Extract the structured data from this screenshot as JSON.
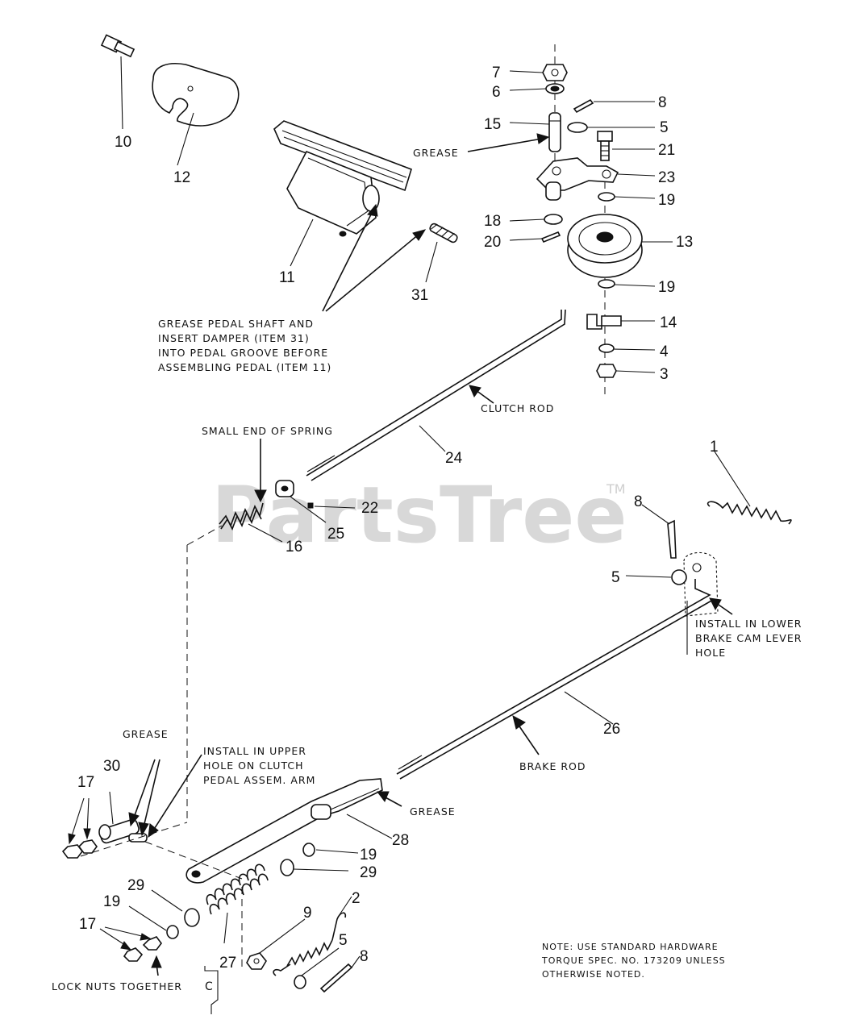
{
  "watermark": {
    "text": "PartsTree",
    "tm": "TM"
  },
  "labels": [
    {
      "id": "p7",
      "text": "7"
    },
    {
      "id": "p6",
      "text": "6"
    },
    {
      "id": "p8a",
      "text": "8"
    },
    {
      "id": "p15",
      "text": "15"
    },
    {
      "id": "p5a",
      "text": "5"
    },
    {
      "id": "p21",
      "text": "21"
    },
    {
      "id": "p23",
      "text": "23"
    },
    {
      "id": "p19a",
      "text": "19"
    },
    {
      "id": "p18",
      "text": "18"
    },
    {
      "id": "p20",
      "text": "20"
    },
    {
      "id": "p13",
      "text": "13"
    },
    {
      "id": "p19b",
      "text": "19"
    },
    {
      "id": "p14",
      "text": "14"
    },
    {
      "id": "p4",
      "text": "4"
    },
    {
      "id": "p3",
      "text": "3"
    },
    {
      "id": "p10",
      "text": "10"
    },
    {
      "id": "p12",
      "text": "12"
    },
    {
      "id": "p11",
      "text": "11"
    },
    {
      "id": "p31",
      "text": "31"
    },
    {
      "id": "p24",
      "text": "24"
    },
    {
      "id": "p22",
      "text": "22"
    },
    {
      "id": "p25",
      "text": "25"
    },
    {
      "id": "p16",
      "text": "16"
    },
    {
      "id": "p1",
      "text": "1"
    },
    {
      "id": "p8b",
      "text": "8"
    },
    {
      "id": "p5b",
      "text": "5"
    },
    {
      "id": "p26",
      "text": "26"
    },
    {
      "id": "p30",
      "text": "30"
    },
    {
      "id": "p17a",
      "text": "17"
    },
    {
      "id": "p28",
      "text": "28"
    },
    {
      "id": "p19c",
      "text": "19"
    },
    {
      "id": "p29a",
      "text": "29"
    },
    {
      "id": "p29b",
      "text": "29"
    },
    {
      "id": "p19d",
      "text": "19"
    },
    {
      "id": "p17b",
      "text": "17"
    },
    {
      "id": "p9",
      "text": "9"
    },
    {
      "id": "p2",
      "text": "2"
    },
    {
      "id": "p5c",
      "text": "5"
    },
    {
      "id": "p8c",
      "text": "8"
    },
    {
      "id": "p27",
      "text": "27"
    }
  ],
  "notes": {
    "grease_top": "GREASE",
    "pedal_note": [
      "GREASE PEDAL SHAFT AND",
      "INSERT DAMPER (ITEM 31)",
      "INTO PEDAL GROOVE BEFORE",
      "ASSEMBLING PEDAL (ITEM 11)"
    ],
    "clutch_rod": "CLUTCH ROD",
    "small_end": "SMALL END OF SPRING",
    "brake_cam": [
      "INSTALL IN LOWER",
      "BRAKE CAM LEVER",
      "HOLE"
    ],
    "grease_left": "GREASE",
    "upper_hole": [
      "INSTALL IN UPPER",
      "HOLE ON CLUTCH",
      "PEDAL ASSEM. ARM"
    ],
    "brake_rod": "BRAKE ROD",
    "grease_right": "GREASE",
    "hardware": [
      "NOTE: USE STANDARD  HARDWARE",
      "TORQUE SPEC. NO. 173209 UNLESS",
      "OTHERWISE NOTED."
    ],
    "lock_nuts": "LOCK NUTS TOGETHER",
    "corner": "C"
  }
}
